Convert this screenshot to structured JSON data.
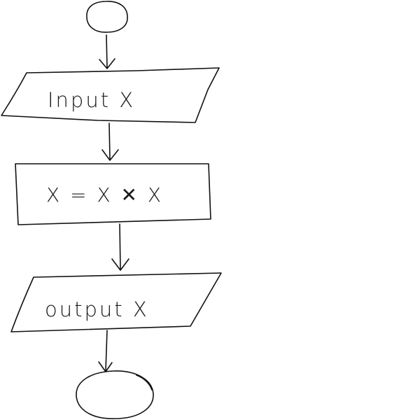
{
  "flowchart": {
    "steps": [
      {
        "kind": "start",
        "label": ""
      },
      {
        "kind": "input",
        "label": "Input X"
      },
      {
        "kind": "process",
        "label": "X = X ✕ X"
      },
      {
        "kind": "output",
        "label": "output X"
      },
      {
        "kind": "end",
        "label": ""
      }
    ]
  }
}
